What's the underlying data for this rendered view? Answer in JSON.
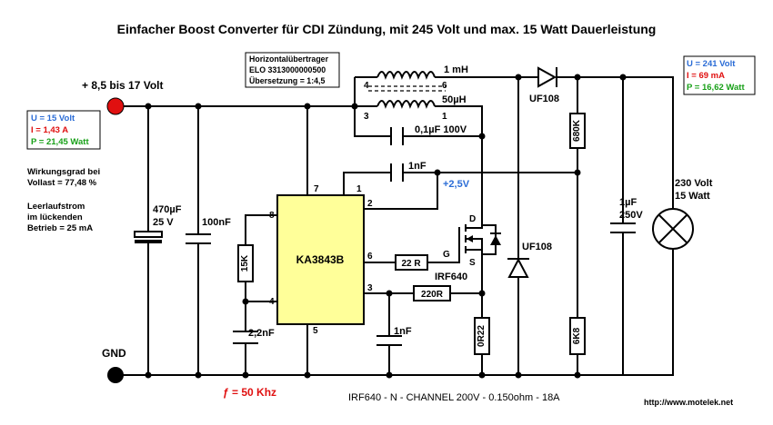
{
  "title": "Einfacher Boost Converter für CDI Zündung, mit 245 Volt und max. 15 Watt Dauerleistung",
  "input": {
    "supply_label": "+ 8,5 bis 17 Volt",
    "gnd_label": "GND",
    "colors": {
      "terminal": "#e01010",
      "gnd": "#000000"
    }
  },
  "input_box": {
    "u": "U = 15 Volt",
    "i": "I = 1,43 A",
    "p": "P = 21,45 Watt"
  },
  "notes": {
    "wirkungsgrad_1": "Wirkungsgrad bei",
    "wirkungsgrad_2": "Vollast = 77,48 %",
    "leerlauf_1": "Leerlaufstrom",
    "leerlauf_2": "im lückenden",
    "leerlauf_3": "Betrieb = 25 mA"
  },
  "transformer_box": {
    "line1": "Horizontalübertrager",
    "line2": "ELO  3313000000500",
    "line3": "Übersetzung = 1:4,5"
  },
  "transformer": {
    "primary_value": "1 mH",
    "secondary_value": "50µH",
    "pin6": "6",
    "pin4": "4",
    "pin3": "3",
    "pin1": "1"
  },
  "cap_coupling": "0,1µF 100V",
  "cap_1nf_top": "1nF",
  "voltage_2v5": "+2,5V",
  "ic": {
    "name": "KA3843B",
    "pin1": "1",
    "pin2": "2",
    "pin3": "3",
    "pin4": "4",
    "pin5": "5",
    "pin6": "6",
    "pin7": "7",
    "pin8": "8"
  },
  "components": {
    "c470": "470µF",
    "c470v": "25 V",
    "c100n": "100nF",
    "r15k": "15K",
    "c2n2": "2,2nF",
    "r22": "22 R",
    "r220": "220R",
    "c1nf_bottom": "1nF",
    "r0r22": "0R22",
    "mosfet_name": "IRF640",
    "mosfet_d": "D",
    "mosfet_g": "G",
    "mosfet_s": "S",
    "diode_top": "UF108",
    "diode_mid": "UF108",
    "r680k": "680K",
    "r6k8": "6K8",
    "c1u": "1µF",
    "c1uv": "250V"
  },
  "output_box": {
    "u": "U = 241 Volt",
    "i": "I = 69 mA",
    "p": "P = 16,62 Watt"
  },
  "lamp": {
    "line1": "230 Volt",
    "line2": "15 Watt"
  },
  "frequency": "ƒ = 50 Khz",
  "mosfet_info": "IRF640 - N - CHANNEL 200V - 0.150ohm - 18A",
  "url": "http://www.motelek.net",
  "colors": {
    "blue": "#2a6cd6",
    "red": "#e01010",
    "green": "#18a018"
  }
}
